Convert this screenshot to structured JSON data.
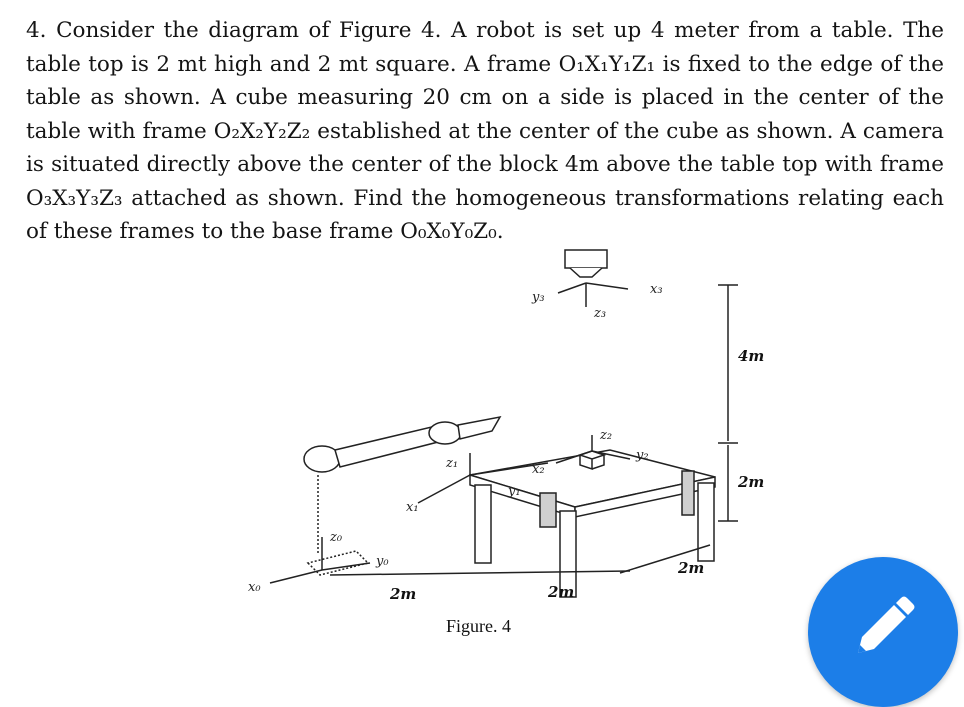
{
  "problem": {
    "text": "4. Consider the diagram of Figure 4. A robot is set up 4 meter from a table. The table top is 2 mt high and 2 mt square. A frame O₁X₁Y₁Z₁ is fixed to the edge of the table as shown. A cube measuring 20 cm on a side is placed in the center of the table with frame O₂X₂Y₂Z₂ established at the center of the cube as shown. A camera is situated directly above the center of the block 4m above the table top with frame O₃X₃Y₃Z₃ attached as shown. Find the homogeneous transformations relating each of these frames to the base frame O₀X₀Y₀Z₀."
  },
  "figure": {
    "caption": "Figure. 4",
    "labels": {
      "x0": "x₀",
      "y0": "y₀",
      "z0": "z₀",
      "x1": "x₁",
      "y1": "y₁",
      "z1": "z₁",
      "x2": "x₂",
      "y2": "y₂",
      "z2": "z₂",
      "x3": "x₃",
      "y3": "y₃",
      "z3": "z₃",
      "dim_base_left": "2m",
      "dim_base_mid": "2m",
      "dim_depth": "2m",
      "dim_height_table": "2m",
      "dim_height_camera": "4m"
    }
  },
  "fab": {
    "icon": "pencil-icon",
    "color": "#1c7ee8"
  }
}
